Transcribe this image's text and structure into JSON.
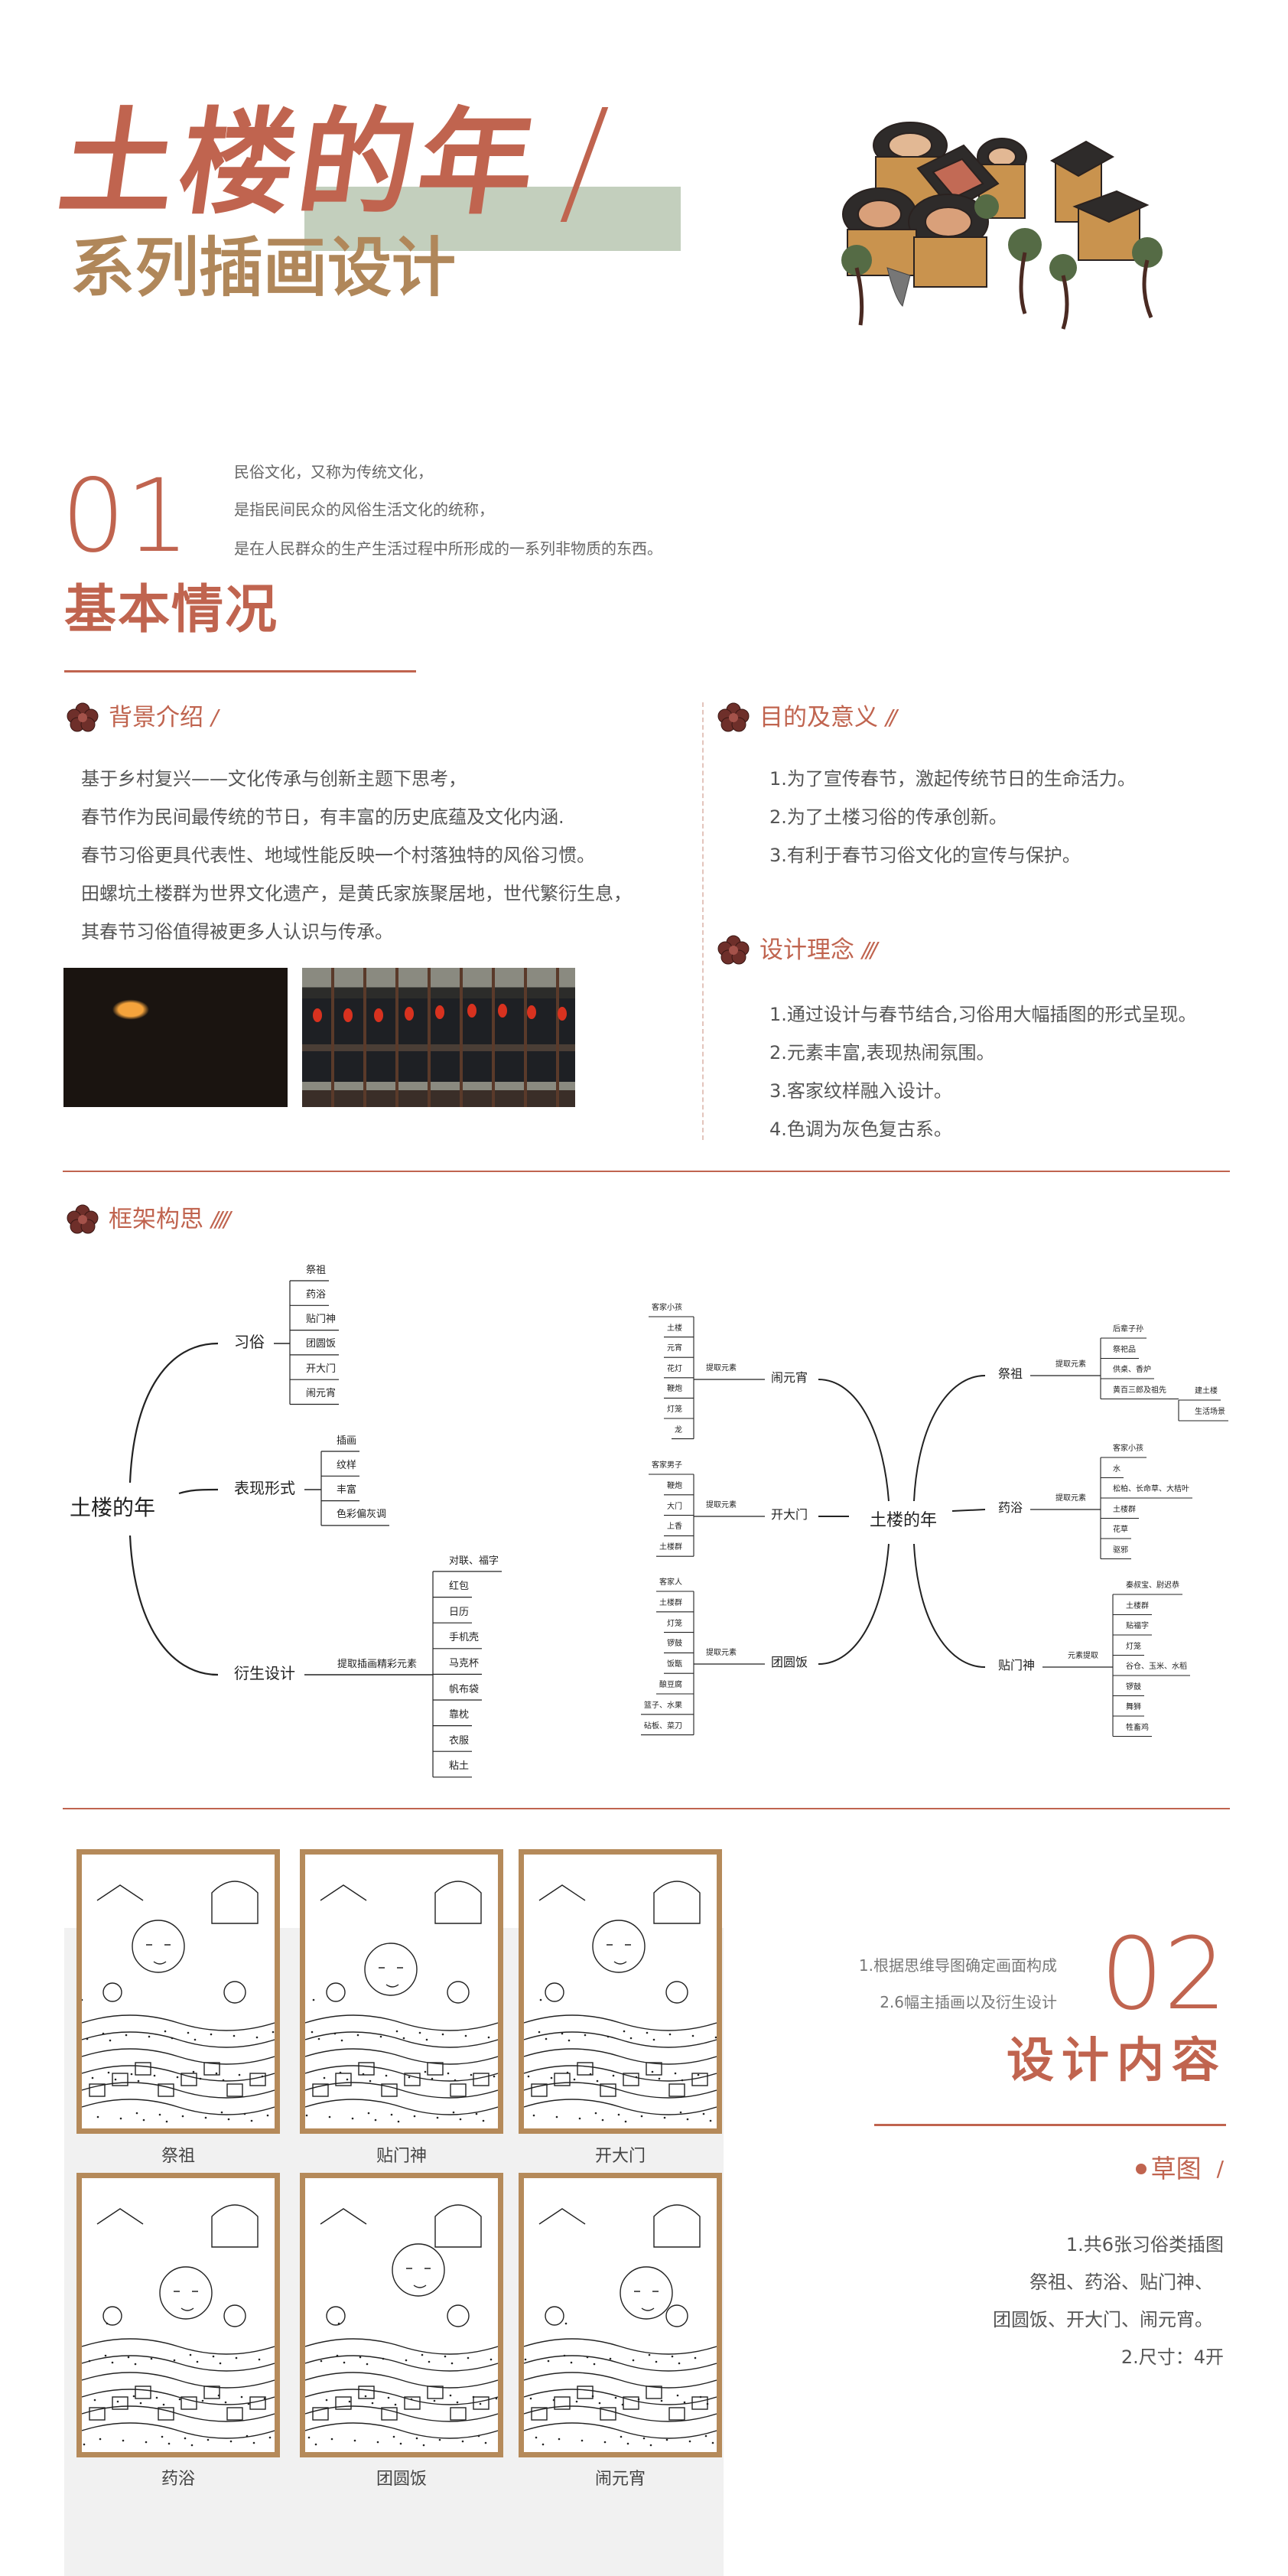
{
  "header": {
    "title": "土楼的年",
    "subtitle": "系列插画设计"
  },
  "section1": {
    "number": "01",
    "title": "基本情况",
    "intro": [
      "民俗文化，又称为传统文化，",
      "是指民间民众的风俗生活文化的统称，",
      "是在人民群众的生产生活过程中所形成的一系列非物质的东西。"
    ],
    "background": {
      "heading": "背景介绍",
      "heading_mark": "/",
      "lines": [
        "基于乡村复兴——文化传承与创新主题下思考，",
        "春节作为民间最传统的节日，有丰富的历史底蕴及文化内涵.",
        "春节习俗更具代表性、地域性能反映一个村落独特的风俗习惯。",
        "田螺坑土楼群为世界文化遗产，是黄氏家族聚居地，世代繁衍生息，",
        "其春节习俗值得被更多人认识与传承。"
      ]
    },
    "purpose": {
      "heading": "目的及意义",
      "heading_mark": "//",
      "lines": [
        "1.为了宣传春节，激起传统节日的生命活力。",
        "2.为了土楼习俗的传承创新。",
        "3.有利于春节习俗文化的宣传与保护。"
      ]
    },
    "concept": {
      "heading": "设计理念",
      "heading_mark": "///",
      "lines": [
        "1.通过设计与春节结合,习俗用大幅插图的形式呈现。",
        "2.元素丰富,表现热闹氛围。",
        "3.客家纹样融入设计。",
        "4.色调为灰色复古系。"
      ]
    },
    "framework": {
      "heading": "框架构思",
      "heading_mark": "////"
    }
  },
  "mindmap_left": {
    "root": "土楼的年",
    "branches": [
      {
        "label": "习俗",
        "leaves": [
          "祭祖",
          "药浴",
          "贴门神",
          "团圆饭",
          "开大门",
          "闹元宵"
        ]
      },
      {
        "label": "表现形式",
        "leaves": [
          "插画",
          "纹样",
          "丰富",
          "色彩偏灰调"
        ]
      },
      {
        "label": "衍生设计",
        "connector": "提取插画精彩元素",
        "leaves": [
          "对联、福字",
          "红包",
          "日历",
          "手机壳",
          "马克杯",
          "帆布袋",
          "靠枕",
          "衣服",
          "粘土"
        ]
      }
    ]
  },
  "mindmap_right": {
    "root": "土楼的年",
    "branches": [
      {
        "label": "闹元宵",
        "connector": "提取元素",
        "leaves": [
          "客家小孩",
          "土楼",
          "元宵",
          "花灯",
          "鞭炮",
          "灯笼",
          "龙"
        ]
      },
      {
        "label": "开大门",
        "connector": "提取元素",
        "leaves": [
          "客家男子",
          "鞭炮",
          "大门",
          "上香",
          "土楼群"
        ]
      },
      {
        "label": "团圆饭",
        "connector": "提取元素",
        "leaves": [
          "客家人",
          "土楼群",
          "灯笼",
          "锣鼓",
          "饭甑",
          "酿豆腐",
          "篮子、水果",
          "砧板、菜刀"
        ]
      },
      {
        "label": "祭祖",
        "connector": "提取元素",
        "leaves": [
          "后辈子孙",
          "祭祀品",
          "供桌、香炉",
          "黄百三郎及祖先"
        ],
        "sub_leaves": [
          "建土楼",
          "生活场景"
        ]
      },
      {
        "label": "药浴",
        "connector": "提取元素",
        "leaves": [
          "客家小孩",
          "水",
          "松柏、长命草、大桔叶",
          "土楼群",
          "花草",
          "驱邪"
        ]
      },
      {
        "label": "贴门神",
        "connector": "元素提取",
        "leaves": [
          "秦叔宝、尉迟恭",
          "土楼群",
          "贴福字",
          "灯笼",
          "谷仓、玉米、水稻",
          "锣鼓",
          "舞狮",
          "牲畜鸡"
        ]
      }
    ]
  },
  "section2": {
    "number": "02",
    "title": "设计内容",
    "intro": [
      "1.根据思维导图确定画面构成",
      "2.6幅主插画以及衍生设计"
    ],
    "sketch_heading": "草图",
    "sketch_mark": "/",
    "sketch_lines": [
      "1.共6张习俗类插图",
      "祭祖、药浴、贴门神、",
      "团圆饭、开大门、闹元宵。",
      "2.尺寸：4开"
    ],
    "illustrations": [
      "祭祖",
      "贴门神",
      "开大门",
      "药浴",
      "团圆饭",
      "闹元宵"
    ]
  },
  "colors": {
    "accent": "#c0644f",
    "subtitle": "#b0875a",
    "green_block": "#c3cfbd",
    "frame": "#b58a5a",
    "panel": "#f1f1f1"
  }
}
